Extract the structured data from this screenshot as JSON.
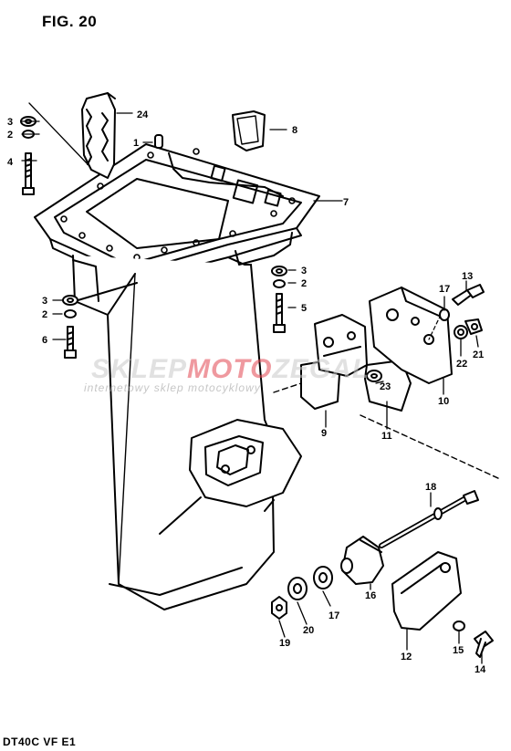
{
  "figure_title": "FIG. 20",
  "model_code": "DT40C VF E1",
  "watermark": {
    "brand_part1": "SKLEP",
    "brand_part2": "MOTO",
    "brand_part3": "ZEGAL",
    "tagline": "internetowy sklep motocyklowy",
    "brand_color": "#e2464f"
  },
  "callouts": {
    "c1": "1",
    "c2": "2",
    "c3": "3",
    "c4": "4",
    "c5": "5",
    "c6": "6",
    "c7": "7",
    "c8": "8",
    "c9": "9",
    "c10": "10",
    "c11": "11",
    "c12": "12",
    "c13": "13",
    "c14": "14",
    "c15": "15",
    "c16": "16",
    "c17": "17",
    "c18": "18",
    "c19": "19",
    "c20": "20",
    "c21": "21",
    "c22": "22",
    "c23": "23",
    "c24": "24"
  }
}
